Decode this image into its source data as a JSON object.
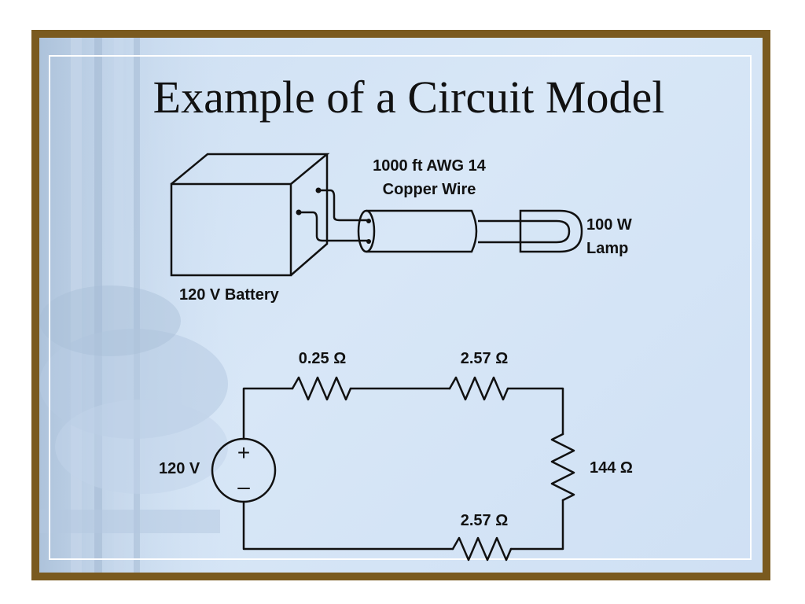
{
  "title": "Example of a Circuit Model",
  "physical": {
    "battery_label": "120 V Battery",
    "wire_label_line1": "1000 ft AWG 14",
    "wire_label_line2": "Copper Wire",
    "lamp_label_line1": "100 W",
    "lamp_label_line2": "Lamp"
  },
  "circuit": {
    "source_label": "120 V",
    "source_plus": "+",
    "source_minus": "–",
    "resistor_top_left": "0.25 Ω",
    "resistor_top_right": "2.57 Ω",
    "resistor_right": "144 Ω",
    "resistor_bottom": "2.57 Ω"
  },
  "colors": {
    "frame": "#7a5a1f",
    "background": "#d3e4f6"
  }
}
